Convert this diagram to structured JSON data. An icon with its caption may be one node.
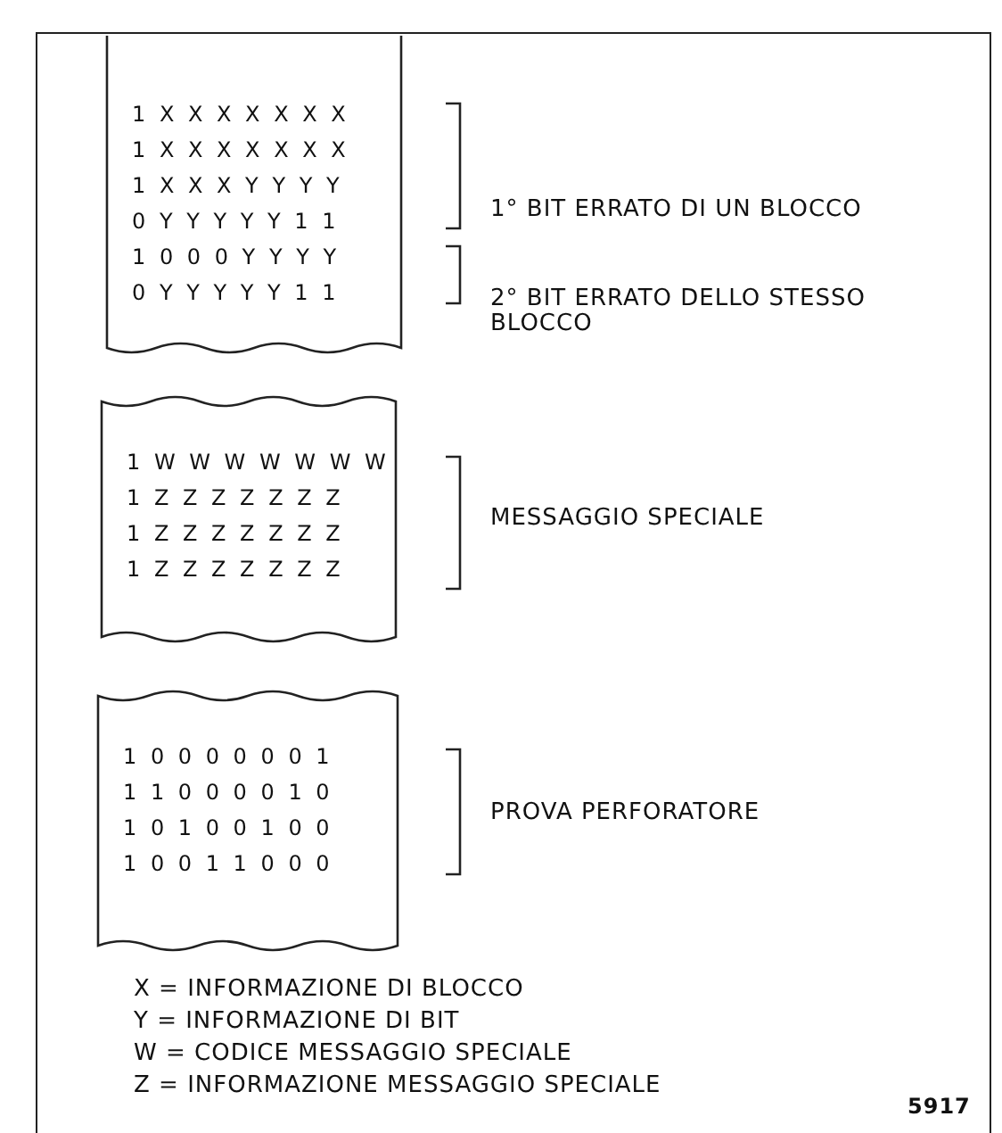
{
  "diagram": {
    "nodes": [
      {
        "text": [
          "1 X X X X X X X",
          "1 X X X X X X X",
          "1 X X X Y Y Y Y",
          "0 Y Y Y Y Y 1 1",
          "1 0 0 0 Y Y Y Y",
          "0 Y Y Y Y Y 1 1"
        ]
      },
      {
        "text": [
          "1 W W W W W W W",
          "1 Z Z Z Z Z Z Z",
          "1 Z Z Z Z Z Z Z",
          "1 Z Z Z Z Z Z Z"
        ]
      },
      {
        "text": [
          "1 0 0 0 0 0 0 1",
          "1 1 0 0 0 0 1 0",
          "1 0 1 0 0 1 0 0",
          "1 0 0 1 1 0 0 0"
        ]
      }
    ],
    "labels": [
      "1° BIT ERRATO DI UN BLOCCO",
      "2° BIT ERRATO DELLO STESSO BLOCCO",
      "MESSAGGIO SPECIALE",
      "PROVA PERFORATORE",
      "X = INFORMAZIONE DI BLOCCO",
      "Y = INFORMAZIONE DI BIT",
      "W = CODICE MESSAGGIO SPECIALE",
      "Z = INFORMAZIONE MESSAGGIO SPECIALE",
      "5917"
    ]
  }
}
